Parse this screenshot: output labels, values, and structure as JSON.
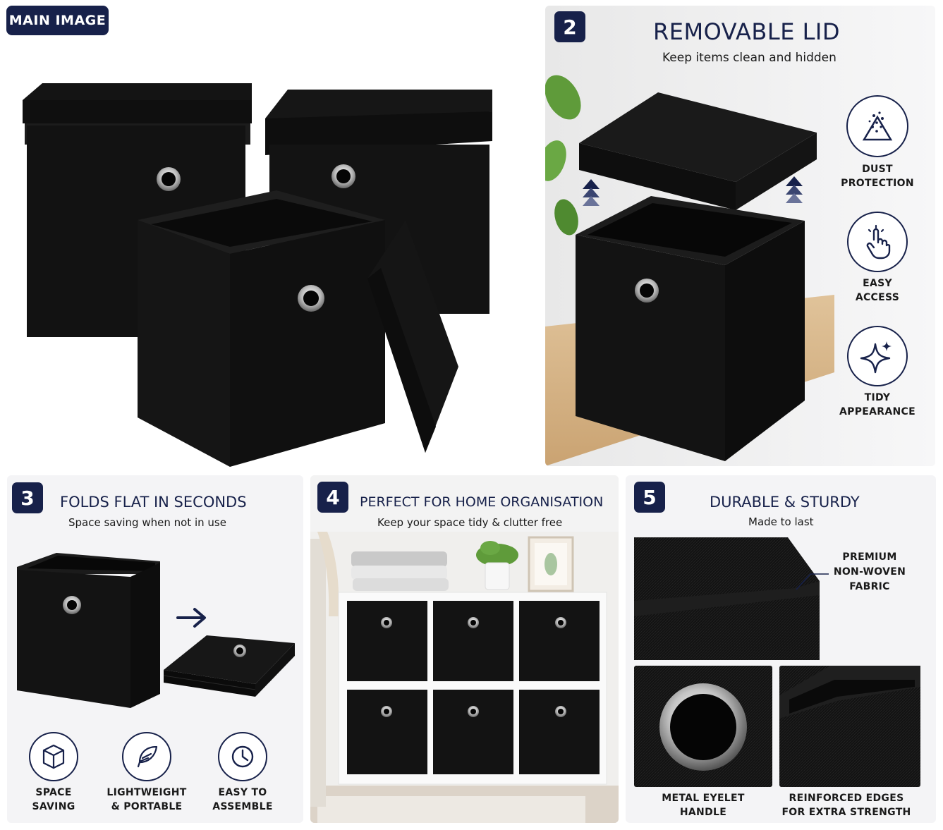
{
  "main": {
    "badge": "MAIN IMAGE"
  },
  "panel2": {
    "number": "2",
    "title": "REMOVABLE LID",
    "subtitle": "Keep items clean and hidden",
    "features": [
      {
        "icon": "dust-icon",
        "line1": "DUST",
        "line2": "PROTECTION"
      },
      {
        "icon": "tap-hand-icon",
        "line1": "EASY",
        "line2": "ACCESS"
      },
      {
        "icon": "sparkle-icon",
        "line1": "TIDY",
        "line2": "APPEARANCE"
      }
    ]
  },
  "panel3": {
    "number": "3",
    "title": "FOLDS FLAT IN SECONDS",
    "subtitle": "Space saving when not in use",
    "features": [
      {
        "icon": "cube-icon",
        "line1": "SPACE",
        "line2": "SAVING"
      },
      {
        "icon": "feather-icon",
        "line1": "LIGHTWEIGHT",
        "line2": "& PORTABLE"
      },
      {
        "icon": "clock-icon",
        "line1": "EASY TO",
        "line2": "ASSEMBLE"
      }
    ]
  },
  "panel4": {
    "number": "4",
    "title": "PERFECT FOR HOME ORGANISATION",
    "subtitle": "Keep your space tidy & clutter free"
  },
  "panel5": {
    "number": "5",
    "title": "DURABLE & STURDY",
    "subtitle": "Made to last",
    "callout": {
      "line1": "PREMIUM",
      "line2": "NON-WOVEN",
      "line3": "FABRIC"
    },
    "detail1": {
      "line1": "METAL EYELET",
      "line2": "HANDLE"
    },
    "detail2": {
      "line1": "REINFORCED EDGES",
      "line2": "FOR EXTRA STRENGTH"
    }
  },
  "colors": {
    "navy": "#17214a",
    "fabric": "#111111",
    "panel_bg": "#f4f4f6",
    "wood": "#d9b98f"
  }
}
